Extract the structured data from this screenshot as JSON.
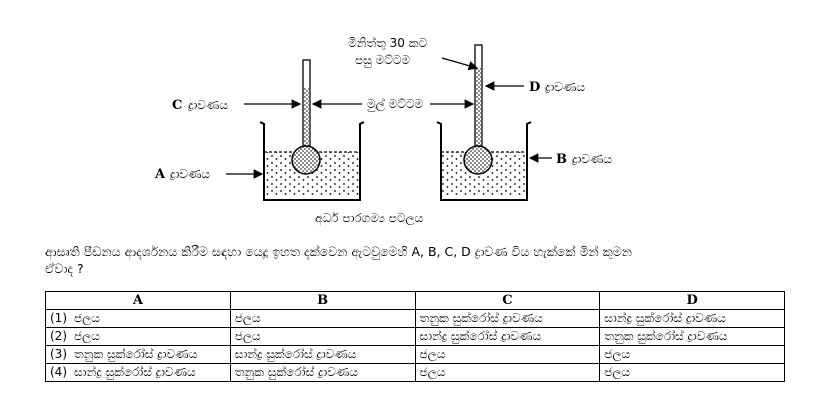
{
  "figure": {
    "label_after_30min_line1": "මිනිත්තු 30 කට",
    "label_after_30min_line2": "පසු මට්ටම",
    "label_initial_level": "මුල් මට්ටම",
    "label_c_letter": "C",
    "label_c_word": "ද්‍රාවණය",
    "label_a_letter": "A",
    "label_a_word": "ද්‍රාවණය",
    "label_d_letter": "D",
    "label_d_word": "ද්‍රාවණය",
    "label_b_letter": "B",
    "label_b_word": "ද්‍රාවණය",
    "label_membrane": "අර්ධ පාරගම්‍ය පටලය"
  },
  "question": {
    "line1": "ආසෘති පීඩනය ආදර්ශනය කිරීම සඳහා යෙදූ ඉහත දක්වෙන ඇටවුමෙහි A, B, C, D ද්‍රාවණ විය හැක්කේ මින් කුමන",
    "line2": "ඒවාද ?"
  },
  "table": {
    "headers": [
      "A",
      "B",
      "C",
      "D"
    ],
    "rows": [
      {
        "num": "(1)",
        "a": "ජලය",
        "b": "ජලය",
        "c": "තනුක සුක්රෝස් ද්‍රාවණය",
        "d": "සාන්ද්‍ර සුක්රෝස් ද්‍රාවණය"
      },
      {
        "num": "(2)",
        "a": "ජලය",
        "b": "ජලය",
        "c": "සාන්ද්‍ර සුක්රෝස් ද්‍රාවණය",
        "d": "තනුක සුක්රෝස් ද්‍රාවණය"
      },
      {
        "num": "(3)",
        "a": "තනුක සුක්රෝස් ද්‍රාවණය",
        "b": "සාන්ද්‍ර සුක්රෝස් ද්‍රාවණය",
        "c": "ජලය",
        "d": "ජලය"
      },
      {
        "num": "(4)",
        "a": "සාන්ද්‍ර සුක්රෝස් ද්‍රාවණය",
        "b": "තනුක සුක්රෝස් ද්‍රාවණය",
        "c": "ජලය",
        "d": "ජලය"
      }
    ]
  }
}
